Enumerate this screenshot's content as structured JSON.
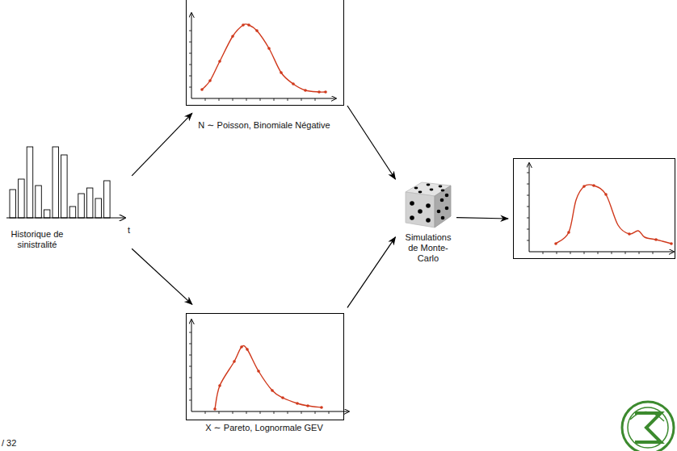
{
  "diagram": {
    "nodes": [
      {
        "text": [
          "Historique de sinistralité"
        ]
      },
      {
        "text": [
          "N ∼ Poisson, Binomiale Négative"
        ]
      },
      {
        "text": [
          "X ∼ Pareto, Lognormale GEV"
        ]
      },
      {
        "text": [
          "Simulations de Monte-Carlo"
        ]
      },
      {
        "text": []
      }
    ],
    "edges": [
      {
        "from": 0,
        "to": 1,
        "arrow": "to"
      },
      {
        "from": 0,
        "to": 2,
        "arrow": "to"
      },
      {
        "from": 1,
        "to": 3,
        "arrow": "to"
      },
      {
        "from": 2,
        "to": 3,
        "arrow": "to"
      },
      {
        "from": 3,
        "to": 4,
        "arrow": "to"
      }
    ],
    "labels": [
      "t",
      "/ 32"
    ]
  }
}
